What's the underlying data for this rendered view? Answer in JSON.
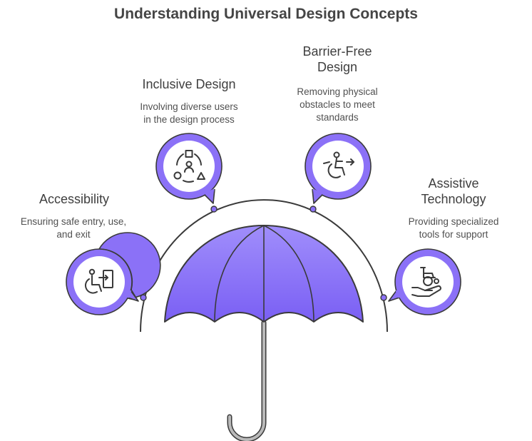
{
  "title": "Understanding Universal Design Concepts",
  "colors": {
    "accent": "#8b71f7",
    "accent_light": "#ab9bfb",
    "umbrella_top": "#9a86fb",
    "umbrella_bottom": "#7c61f5",
    "stroke": "#3a3a3a",
    "handle": "#b8b8b8",
    "text": "#3f3f3f"
  },
  "items": [
    {
      "id": "accessibility",
      "label_line1": "Accessibility",
      "label_line2": "",
      "desc_line1": "Ensuring safe entry, use,",
      "desc_line2": "and exit",
      "icon": "wheelchair-enter-door-icon"
    },
    {
      "id": "inclusive-design",
      "label_line1": "Inclusive Design",
      "label_line2": "",
      "desc_line1": "Involving diverse users",
      "desc_line2": "in the design process",
      "icon": "diverse-users-shapes-icon"
    },
    {
      "id": "barrier-free",
      "label_line1": "Barrier-Free",
      "label_line2": "Design",
      "desc_line1": "Removing physical",
      "desc_line2": "obstacles to meet",
      "desc_line3": "standards",
      "icon": "wheelchair-user-arrow-icon"
    },
    {
      "id": "assistive-technology",
      "label_line1": "Assistive",
      "label_line2": "Technology",
      "desc_line1": "Providing specialized",
      "desc_line2": "tools for support",
      "icon": "hand-holding-wheelchair-icon"
    }
  ]
}
